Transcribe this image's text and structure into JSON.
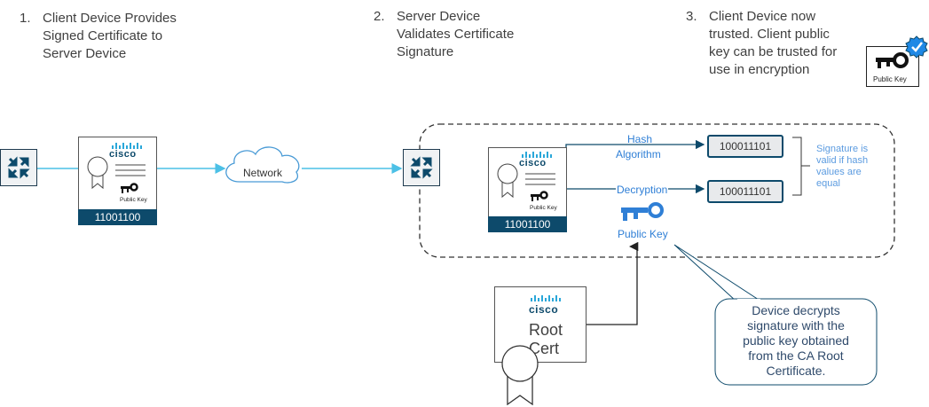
{
  "steps": [
    {
      "number": "1.",
      "lines": [
        "Client Device Provides",
        "Signed Certificate to",
        "Server Device"
      ]
    },
    {
      "number": "2.",
      "lines": [
        "Server Device",
        "Validates Certificate",
        "Signature"
      ]
    },
    {
      "number": "3.",
      "lines": [
        "Client Device now",
        "trusted.  Client public",
        "key can be trusted for",
        "use in encryption"
      ]
    }
  ],
  "badge": {
    "label": "Public Key"
  },
  "client_cert": {
    "brand": "cisco",
    "key_label": "Public Key",
    "serial": "11001100"
  },
  "server_cert": {
    "brand": "cisco",
    "key_label": "Public Key",
    "serial": "11001100"
  },
  "network": {
    "label": "Network"
  },
  "hash": {
    "label_line1": "Hash",
    "label_line2": "Algorithm",
    "value": "100011101"
  },
  "decryption": {
    "label": "Decryption",
    "value": "100011101",
    "key_label": "Public Key"
  },
  "signature_note": [
    "Signature is",
    "valid if hash",
    "values are",
    "equal"
  ],
  "root_cert": {
    "brand": "cisco",
    "label": "Root Cert"
  },
  "callout": [
    "Device decrypts",
    "signature with the",
    "public key obtained",
    "from the CA Root",
    "Certificate."
  ],
  "colors": {
    "navy": "#0d4a6b",
    "accent_blue": "#2f7fd6",
    "light_blue_line": "#4cc0e6",
    "badge_check": "#1e88e5"
  }
}
